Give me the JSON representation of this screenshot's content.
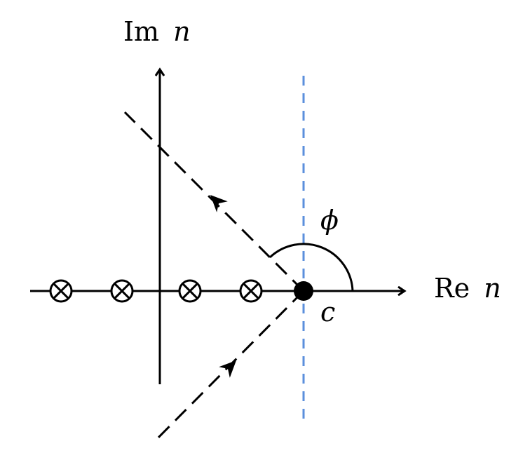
{
  "labels": {
    "imaginary_axis": "Im",
    "imaginary_var": "n",
    "real_axis": "Re",
    "real_var": "n",
    "angle": "ϕ",
    "point": "c"
  },
  "poles": {
    "count": 4,
    "marker": "circle-times-icon"
  },
  "colors": {
    "stroke": "#000000",
    "vertical_line": "#5b8fdc"
  }
}
